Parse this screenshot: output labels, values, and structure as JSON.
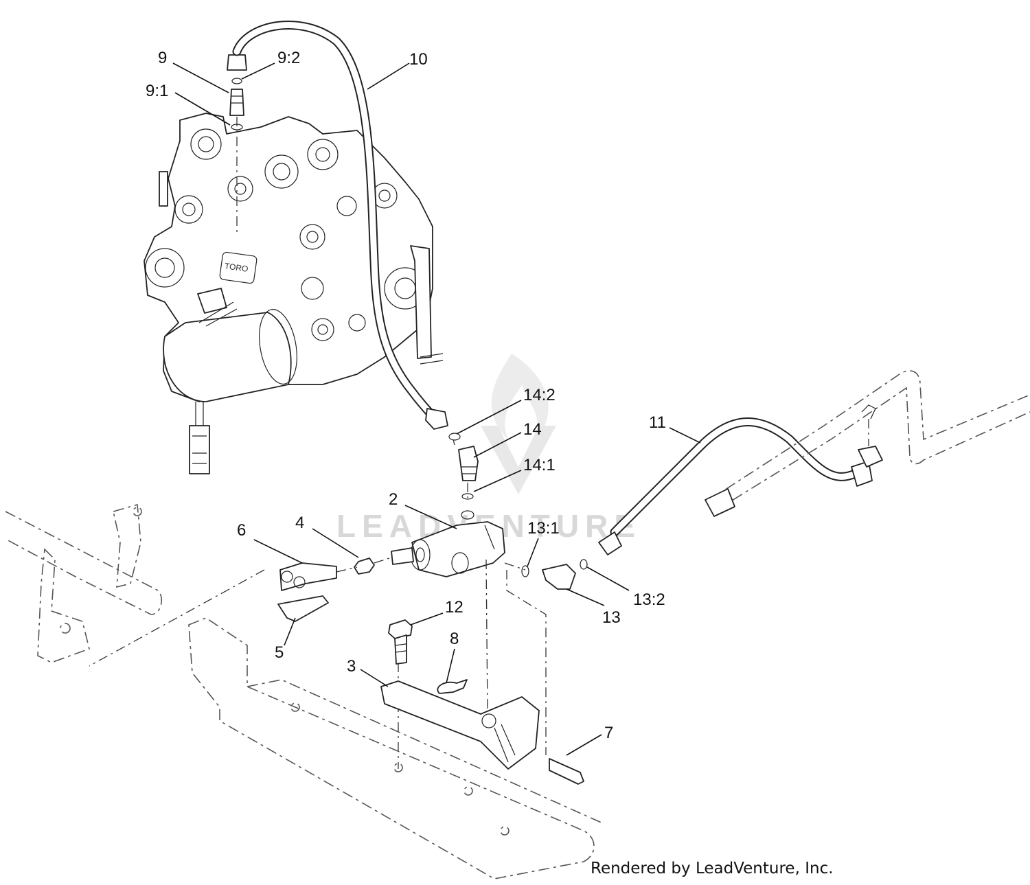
{
  "callouts": {
    "c9": "9",
    "c9_2": "9:2",
    "c9_1": "9:1",
    "c10": "10",
    "c14_2": "14:2",
    "c14": "14",
    "c14_1": "14:1",
    "c11": "11",
    "c2": "2",
    "c4": "4",
    "c6": "6",
    "c13_1": "13:1",
    "c13": "13",
    "c13_2": "13:2",
    "c12": "12",
    "c8": "8",
    "c5": "5",
    "c3": "3",
    "c7": "7"
  },
  "watermark": {
    "text": "LEADVENTURE"
  },
  "footer": {
    "text": "Rendered by LeadVenture, Inc."
  }
}
